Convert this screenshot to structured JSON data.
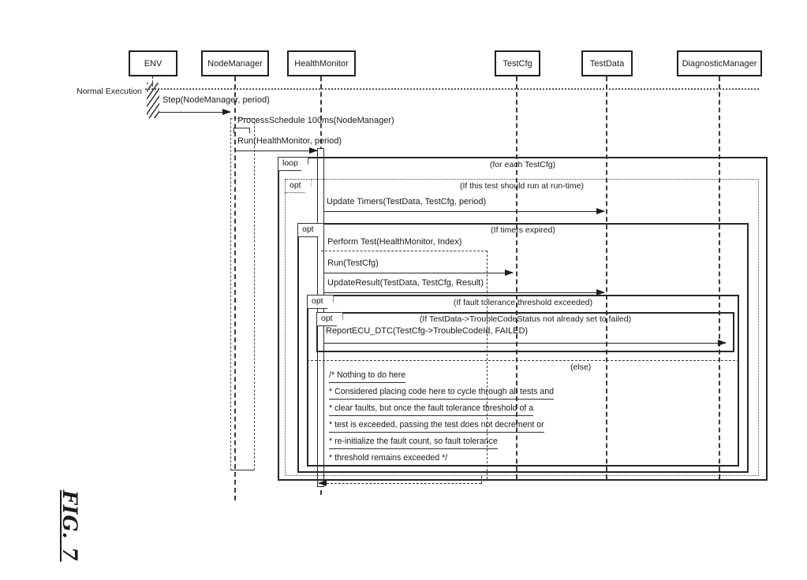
{
  "figure_label": "FIG. 7",
  "separator": {
    "label": "Normal Execution"
  },
  "lifelines": [
    {
      "name": "ENV"
    },
    {
      "name": "NodeManager"
    },
    {
      "name": "HealthMonitor"
    },
    {
      "name": "TestCfg"
    },
    {
      "name": "TestData"
    },
    {
      "name": "DiagnosticManager"
    }
  ],
  "messages": {
    "step": "Step(NodeManager, period)",
    "process_schedule": "ProcessSchedule 100ms(NodeManager)",
    "run_health_monitor": "Run(HealthMonitor, period)",
    "update_timers": "Update Timers(TestData, TestCfg, period)",
    "perform_test": "Perform Test(HealthMonitor, Index)",
    "run_testcfg": "Run(TestCfg)",
    "update_result": "UpdateResult(TestData, TestCfg, Result)",
    "report_ecu_dtc": "ReportECU_DTC(TestCfg->TroubleCodeId, FAILED)"
  },
  "frames": {
    "loop": {
      "operator": "loop",
      "guard": "(for each TestCfg)"
    },
    "opt_run_time": {
      "operator": "opt",
      "guard": "(If this test should run at run-time)"
    },
    "opt_timers": {
      "operator": "opt",
      "guard": "(If timers expired)"
    },
    "opt_fault": {
      "operator": "opt",
      "guard": "(If fault tolerance threshold exceeded)"
    },
    "opt_trouble": {
      "operator": "opt",
      "guard": "(If TestData->TroubleCodeStatus not already set to failed)"
    },
    "else_guard": "(else)"
  },
  "comment": {
    "lines": [
      "/* Nothing to do here",
      "* Considered placing code here to cycle through all tests and",
      "* clear faults, but once the fault tolerance threshold of a",
      "* test is exceeded, passing the test does not decrement or",
      "* re-initialize the fault count, so fault tolerance",
      "* threshold remains exceeded */"
    ]
  },
  "colors": {
    "ink": "#1a1a1a",
    "background": "#ffffff"
  }
}
